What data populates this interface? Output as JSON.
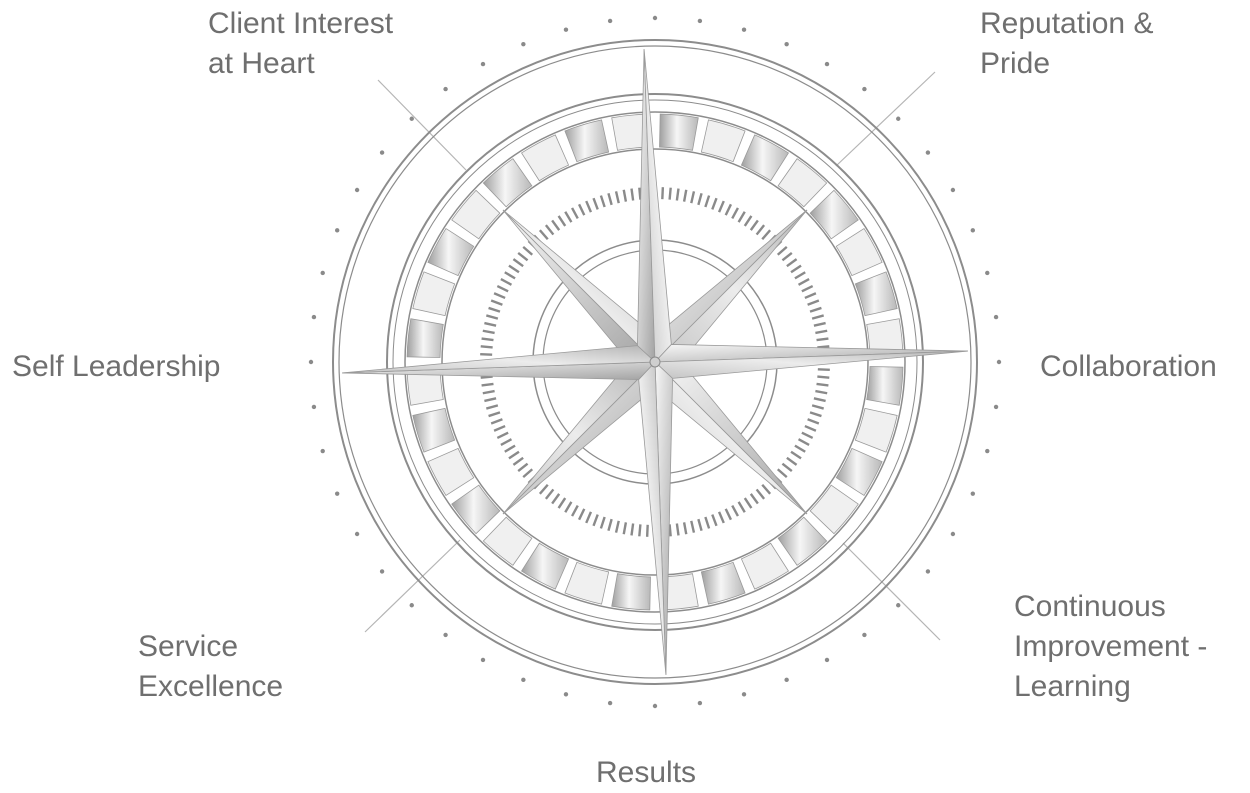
{
  "values": {
    "client_interest": [
      "Client Interest",
      "at Heart"
    ],
    "reputation": [
      "Reputation &",
      "Pride"
    ],
    "self_leadership": [
      "Self Leadership"
    ],
    "collaboration": [
      "Collaboration"
    ],
    "service_excellence": [
      "Service",
      "Excellence"
    ],
    "continuous_improvement": [
      "Continuous",
      "Improvement -",
      "Learning"
    ],
    "results": [
      "Results"
    ]
  },
  "colors": {
    "label_text": "#6f6f6f",
    "ring_line": "#8c8c8c",
    "leader_line": "#b5b5b5",
    "dot": "#8a8a8a",
    "silver_light": "#f4f4f4",
    "silver_mid": "#cfcfcf",
    "silver_dark": "#9a9a9a"
  }
}
